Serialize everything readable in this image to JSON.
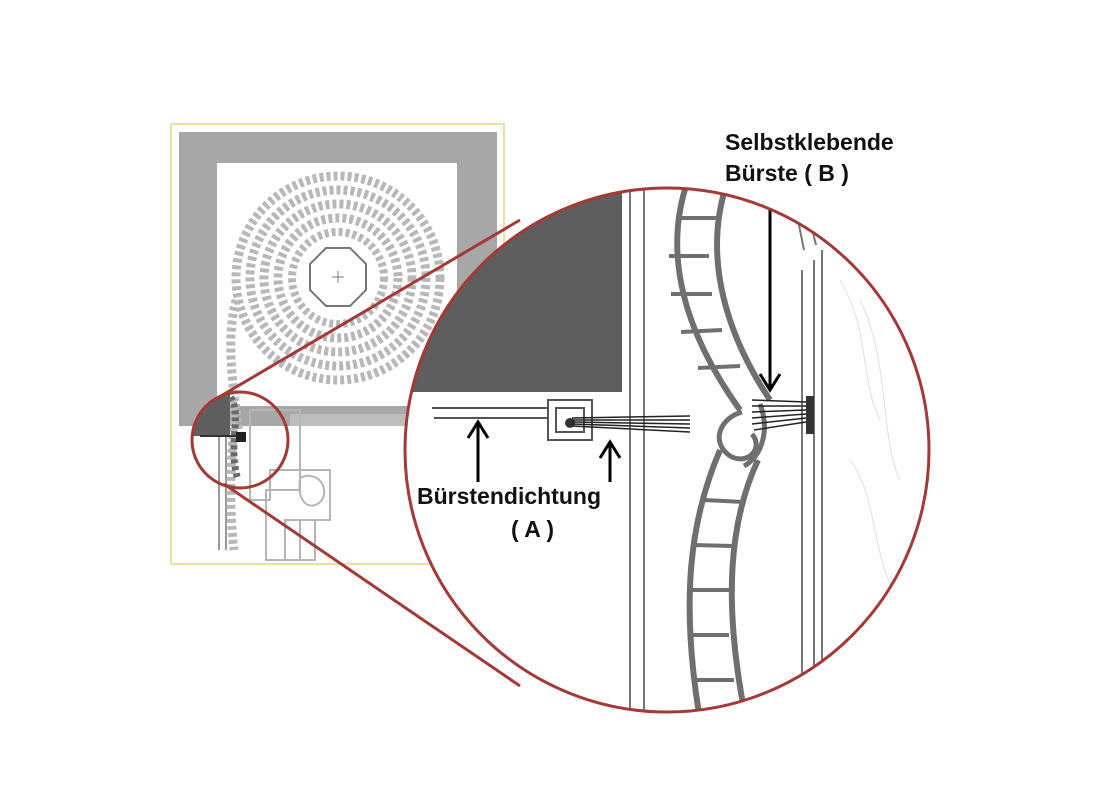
{
  "labels": {
    "brush_b_line1": "Selbstklebende",
    "brush_b_line2": "Bürste  ( B )",
    "seal_a_line1": "Bürstendichtung",
    "seal_a_line2": "( A )"
  },
  "colors": {
    "magnifier_outline": "#a33a36",
    "drawing_frame": "#e9e0a6",
    "dark_fill": "#5e5e5e",
    "gray_frame": "#a7a7a7",
    "slat_stroke": "#7a7a7a",
    "text": "#111111"
  },
  "icons": {
    "magnifier": "magnifier-circle-icon",
    "arrows": "arrow-up-icon / arrow-down-icon"
  }
}
